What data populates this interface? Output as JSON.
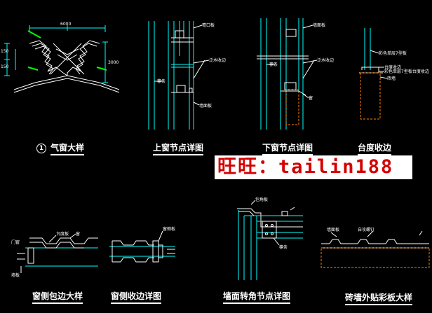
{
  "titles": {
    "t1_number": "1",
    "t1": "气窗大样",
    "t2": "上窗节点详图",
    "t3": "下窗节点详图",
    "t4": "台度收边",
    "t5": "窗侧包边大样",
    "t6": "窗侧收边详图",
    "t7": "墙面转角节点详图",
    "t8": "砖墙外贴彩板大样"
  },
  "watermark": "旺旺：tailin188",
  "notes": {
    "d1_top": "6000",
    "d1_left_a": "150",
    "d1_left_b": "150",
    "d1_right": "3000",
    "d2_a": "檐口板",
    "d2_b": "泛水收边",
    "d2_c": "檩条",
    "d2_d": "墙面板",
    "d3_a": "墙面板",
    "d3_b": "泛水收边",
    "d3_c": "檩条",
    "d3_d": "窗",
    "d4_a": "彩色单层7型板",
    "d4_b": "台度收边",
    "d4_c": "彩色单层7型板台度收边",
    "d4_d": "砖墙",
    "d5_a": "台度板",
    "d5_b": "窗",
    "d5_c": "门窗",
    "d5_d": "墙板",
    "d6_a": "窗侧板",
    "d7_a": "包角板",
    "d7_b": "檩条",
    "d8_a": "墙面板",
    "d8_b": "自攻螺钉"
  }
}
